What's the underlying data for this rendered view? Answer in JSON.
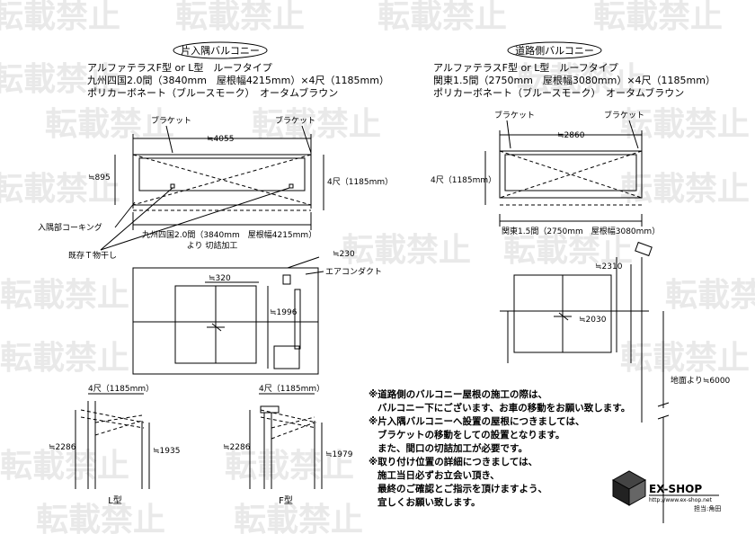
{
  "watermark": "転載禁止",
  "left_balcony": {
    "title": "片入隅バルコニー",
    "spec_line1": "アルファテラスF型 or L型　ルーフタイプ",
    "spec_line2": "九州四国2.0間（3840mm　屋根幅4215mm）×4尺（1185mm）",
    "spec_line3": "ポリカーボネート（ブルースモーク）　オータムブラウン",
    "bracket_label_1": "ブラケット",
    "bracket_label_2": "ブラケット",
    "width_dim": "≒4055",
    "depth_dim": "≒895",
    "depth_right": "4尺（1185mm）",
    "corner_caulk": "入隅部コーキング",
    "existing_t": "既存Ｔ物干し",
    "bottom_dim_1": "九州四国2.0間（3840mm　屋根幅4215mm）",
    "bottom_dim_2": "より 切詰加工"
  },
  "right_balcony": {
    "title": "道路側バルコニー",
    "spec_line1": "アルファテラスF型 or L型　ルーフタイプ",
    "spec_line2": "関東1.5間（2750mm　屋根幅3080mm）×4尺（1185mm）",
    "spec_line3": "ポリカーボネート（ブルースモーク）　オータムブラウン",
    "bracket_label_1": "ブラケット",
    "bracket_label_2": "ブラケット",
    "width_dim": "≒2860",
    "depth_left": "4尺（1185mm）",
    "bottom_dim": "関東1.5間（2750mm　屋根幅3080mm）"
  },
  "elevation_left": {
    "dim_230": "≒230",
    "aircon": "エアコンダクト",
    "dim_320": "≒320",
    "dim_1996": "≒1996"
  },
  "elevation_right": {
    "dim_2310": "≒2310",
    "dim_2030": "≒2030",
    "ground": "地面より≒6000"
  },
  "section_L": {
    "top_dim": "4尺（1185mm）",
    "left_dim": "≒2286",
    "right_dim": "≒1935",
    "caption": "L型"
  },
  "section_F": {
    "top_dim": "4尺（1185mm）",
    "left_dim": "≒2286",
    "right_dim": "≒1979",
    "caption": "F型"
  },
  "notes": {
    "line1": "※道路側のバルコニー屋根の施工の際は、",
    "line2": "バルコニー下にございます、お車の移動をお願い致します。",
    "line3": "※片入隅バルコニーへ設置の屋根につきましては、",
    "line4": "ブラケットの移動をしての設置となります。",
    "line5": "また、間口の切詰加工が必要です。",
    "line6": "※取り付け位置の詳細につきましては、",
    "line7": "施工当日必ずお立会い頂き、",
    "line8": "最終のご確認とご指示を頂けますよう、",
    "line9": "宜しくお願い致します。"
  },
  "logo": {
    "name": "EX-SHOP",
    "url": "http://www.ex-shop.net",
    "staff": "担当:角田"
  }
}
